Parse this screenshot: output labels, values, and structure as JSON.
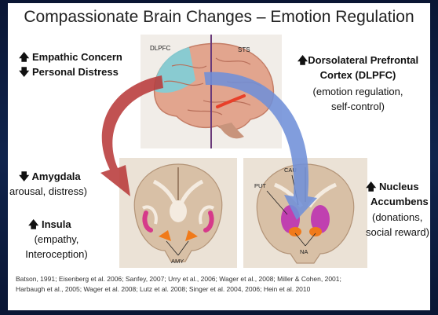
{
  "title": "Compassionate Brain Changes – Emotion Regulation",
  "top_left": {
    "line1": "Empathic Concern",
    "line1_arrow": "up",
    "line2": "Personal Distress",
    "line2_arrow": "down"
  },
  "dlpfc": {
    "arrow": "up",
    "line1": "Dorsolateral Prefrontal",
    "line2": "Cortex (DLPFC)",
    "line3": "(emotion regulation,",
    "line4": "self-control)"
  },
  "amygdala": {
    "arrow": "down",
    "name": "Amygdala",
    "desc": "arousal, distress)"
  },
  "insula": {
    "arrow": "up",
    "name": "Insula",
    "desc1": "(empathy,",
    "desc2": "Interoception)"
  },
  "nucleus": {
    "arrow": "up",
    "name1": "Nucleus",
    "name2": "Accumbens",
    "desc1": "(donations,",
    "desc2": "social reward)"
  },
  "brain_labels": {
    "dlpfc": "DLPFC",
    "sts": "STS",
    "amy": "AMY",
    "put": "PUT",
    "cau": "CAU",
    "na": "NA"
  },
  "references": {
    "line1": "Batson, 1991; Eisenberg et al. 2006; Sanfey, 2007; Urry et al., 2006; Wager et al., 2008; Miller & Cohen, 2001;",
    "line2": "Harbaugh et al., 2005; Wager et al. 2008; Lutz et al. 2008; Singer et al. 2004, 2006; Hein et al. 2010"
  },
  "colors": {
    "red_arrow": "#b83a3a",
    "blue_arrow": "#6f8fd8",
    "dlpfc_region": "#7fcfd8",
    "sts_region": "#e8402a",
    "amygdala": "#f07a1a",
    "insula": "#d63a8a",
    "accumbens": "#c040b0"
  }
}
